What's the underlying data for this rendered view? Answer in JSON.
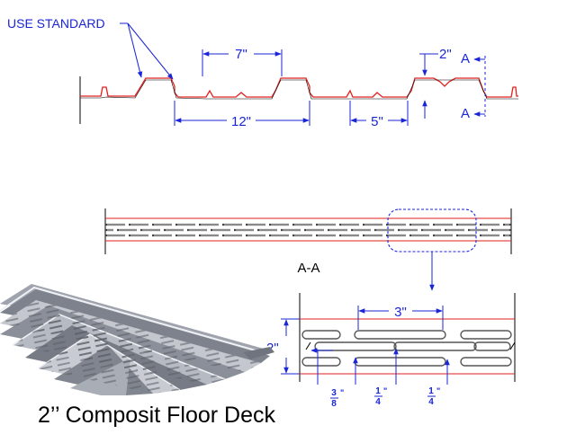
{
  "colors": {
    "annotation": "#1a25d6",
    "profile": "#e0201e",
    "outline": "#000000",
    "hole": "#5a5a5a"
  },
  "profile": {
    "note": "USE STANDARD",
    "dim_top_flange": "7\"",
    "dim_pitch": "12\"",
    "dim_bottom_flange": "5\"",
    "dim_depth": "2\"",
    "section_marker_top": "A",
    "section_marker_bottom": "A"
  },
  "section": {
    "label": "A-A"
  },
  "detail": {
    "dim_spacing": "3\"",
    "dim_height": "2\"",
    "frac1_num": "3",
    "frac1_den": "8",
    "frac2_num": "1",
    "frac2_den": "4",
    "frac3_num": "1",
    "frac3_den": "4"
  },
  "photo": {
    "icon": "deck-panel-image"
  },
  "caption": "2’’ Composit Floor Deck"
}
